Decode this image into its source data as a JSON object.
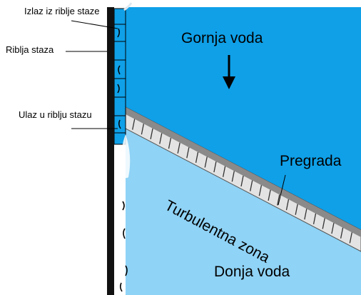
{
  "labels": {
    "fishway_exit": "Izlaz iz riblje staze",
    "fishway": "Riblja staza",
    "fishway_entrance": "Ulaz u riblju stazu",
    "upstream_water": "Gornja voda",
    "dam": "Pregrada",
    "turbulent_zone": "Turbulentna zona",
    "downstream_water": "Donja voda"
  },
  "colors": {
    "upstream_water": "#0fa0e8",
    "downstream_water": "#8fd3f6",
    "dam_face": "#8a8a8a",
    "dam_body": "#e3e3e3",
    "wall": "#111111"
  },
  "icons": {
    "flow_direction": "arrow-down-icon"
  }
}
